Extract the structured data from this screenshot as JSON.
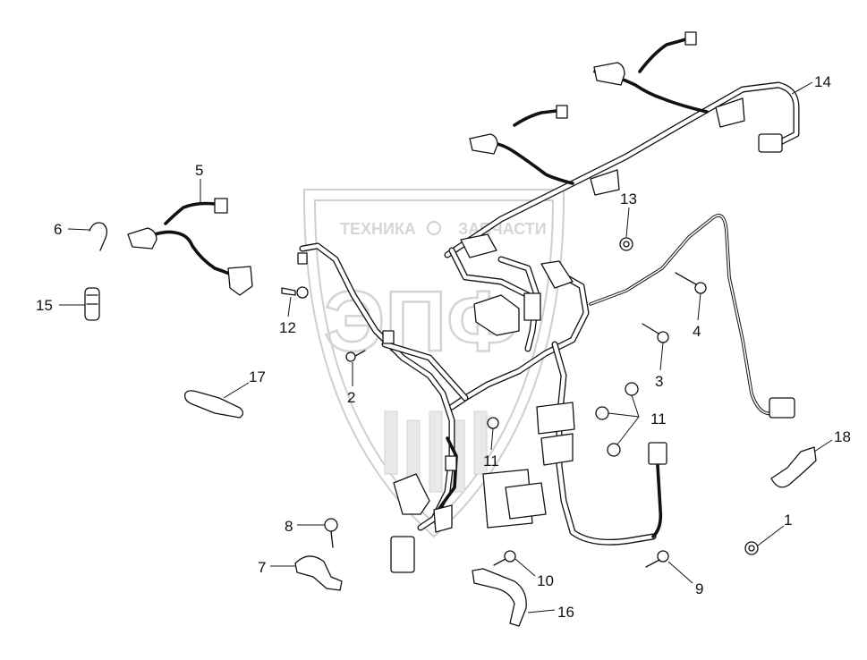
{
  "watermark": {
    "top_left": "ТЕХНИКА",
    "top_right": "ЗАПЧАСТИ",
    "logo": "ЭПФ"
  },
  "callouts": [
    {
      "id": "1",
      "label": "1"
    },
    {
      "id": "2",
      "label": "2"
    },
    {
      "id": "3",
      "label": "3"
    },
    {
      "id": "4",
      "label": "4"
    },
    {
      "id": "5",
      "label": "5"
    },
    {
      "id": "6",
      "label": "6"
    },
    {
      "id": "7",
      "label": "7"
    },
    {
      "id": "8",
      "label": "8"
    },
    {
      "id": "9",
      "label": "9"
    },
    {
      "id": "10",
      "label": "10"
    },
    {
      "id": "11a",
      "label": "11"
    },
    {
      "id": "11b",
      "label": "11"
    },
    {
      "id": "12",
      "label": "12"
    },
    {
      "id": "13",
      "label": "13"
    },
    {
      "id": "14",
      "label": "14"
    },
    {
      "id": "15",
      "label": "15"
    },
    {
      "id": "16",
      "label": "16"
    },
    {
      "id": "17",
      "label": "17"
    },
    {
      "id": "18",
      "label": "18"
    }
  ]
}
